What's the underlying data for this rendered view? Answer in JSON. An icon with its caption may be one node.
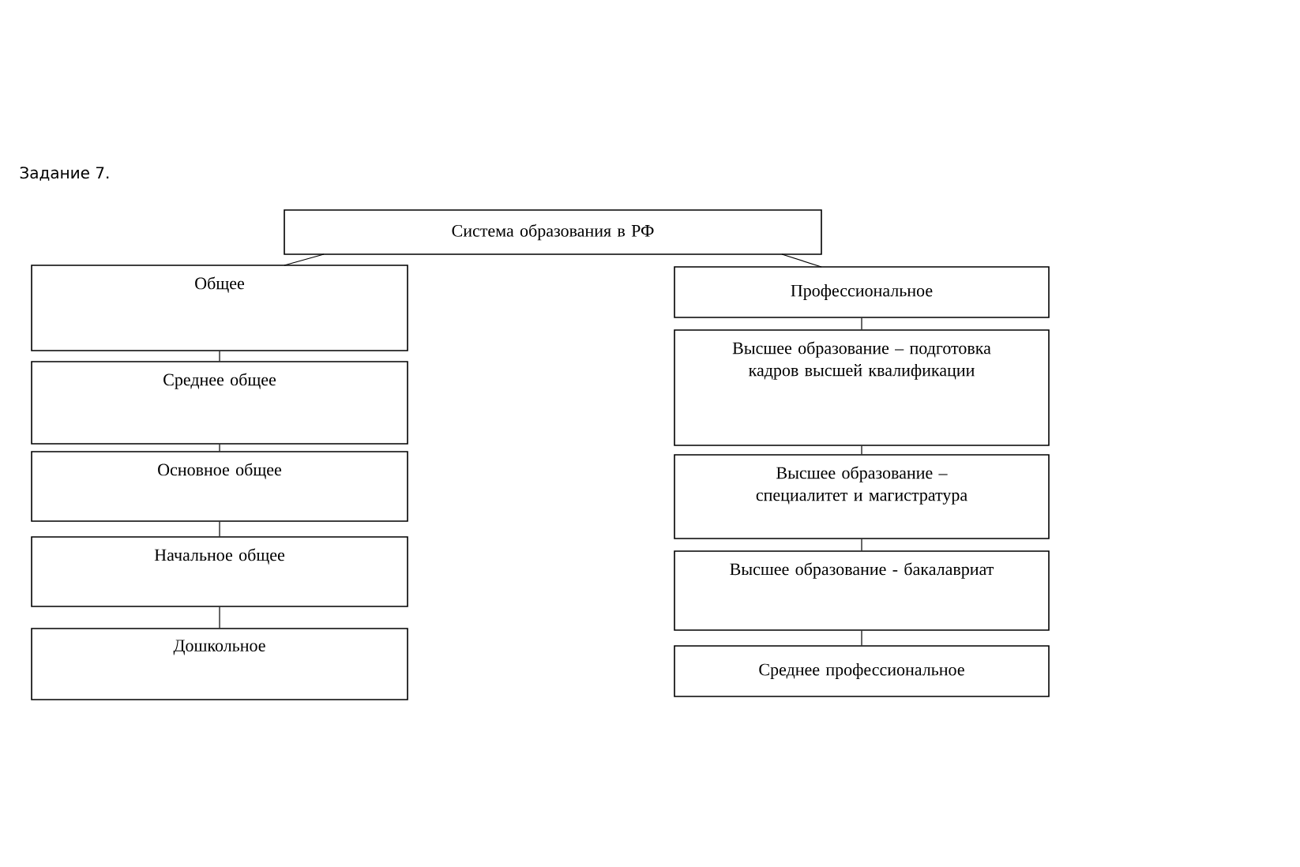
{
  "diagram": {
    "nodes": [
      {
        "text": [
          "Система образования в РФ"
        ]
      },
      {
        "text": [
          "Общее"
        ]
      },
      {
        "text": [
          "Среднее общее"
        ]
      },
      {
        "text": [
          "Основное общее"
        ]
      },
      {
        "text": [
          "Начальное общее"
        ]
      },
      {
        "text": [
          "Дошкольное"
        ]
      },
      {
        "text": [
          "Профессиональное"
        ]
      },
      {
        "text": [
          "Высшее образование – подготовка кадров высшей квалификации"
        ]
      },
      {
        "text": [
          "Высшее образование – специалитет и магистратура"
        ]
      },
      {
        "text": [
          "Высшее образование - бакалавриат"
        ]
      },
      {
        "text": [
          "Среднее профессиональное"
        ]
      }
    ],
    "edges": [
      {
        "from": 0,
        "to": 1,
        "arrow": "none"
      },
      {
        "from": 0,
        "to": 6,
        "arrow": "none"
      },
      {
        "from": 1,
        "to": 2,
        "arrow": "none"
      },
      {
        "from": 2,
        "to": 3,
        "arrow": "none"
      },
      {
        "from": 3,
        "to": 4,
        "arrow": "none"
      },
      {
        "from": 4,
        "to": 5,
        "arrow": "none"
      },
      {
        "from": 6,
        "to": 7,
        "arrow": "none"
      },
      {
        "from": 7,
        "to": 8,
        "arrow": "none"
      },
      {
        "from": 8,
        "to": 9,
        "arrow": "none"
      },
      {
        "from": 9,
        "to": 10,
        "arrow": "none"
      }
    ],
    "labels": [
      "Задание 7."
    ]
  }
}
